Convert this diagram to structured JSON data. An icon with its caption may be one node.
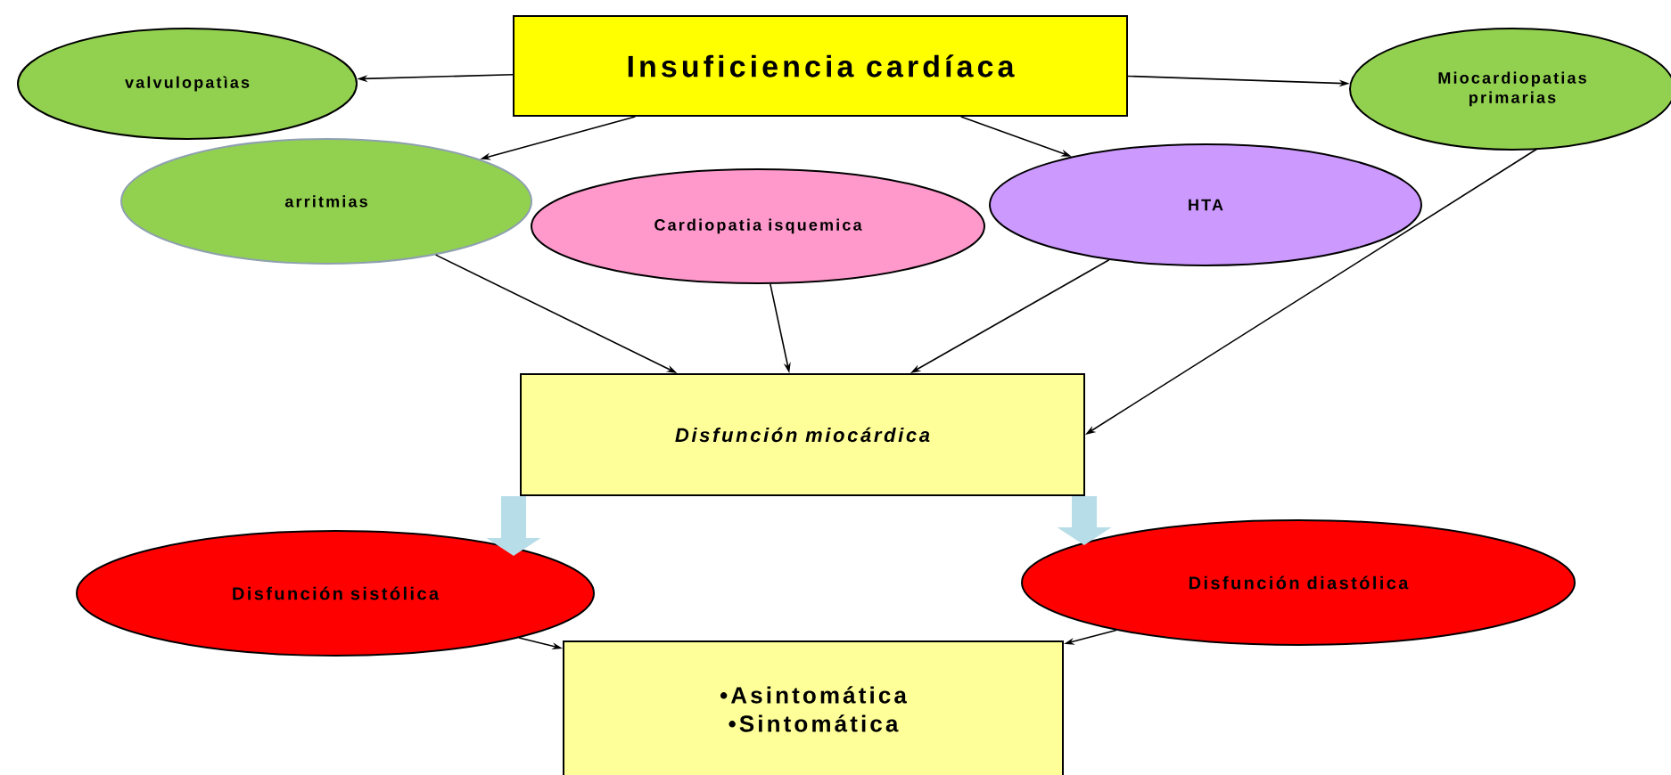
{
  "diagram": {
    "nodes": [
      {
        "text": [
          "Insuficiencia cardíaca"
        ]
      },
      {
        "text": [
          "valvulopatìas"
        ]
      },
      {
        "text": [
          "Miocardiopatias primarias"
        ]
      },
      {
        "text": [
          "arritmias"
        ]
      },
      {
        "text": [
          "Cardiopatia isquemica"
        ]
      },
      {
        "text": [
          "HTA"
        ]
      },
      {
        "text": [
          "Disfunción miocárdica"
        ]
      },
      {
        "text": [
          "Disfunción sistólica"
        ]
      },
      {
        "text": [
          "Disfunción diastólica"
        ]
      },
      {
        "text": [
          "•Asintomática",
          "•Sintomática"
        ]
      }
    ],
    "edges": [
      {
        "from": 0,
        "to": 1,
        "arrow": "to"
      },
      {
        "from": 0,
        "to": 3,
        "arrow": "to"
      },
      {
        "from": 0,
        "to": 2,
        "arrow": "to"
      },
      {
        "from": 0,
        "to": 5,
        "arrow": "to"
      },
      {
        "from": 3,
        "to": 6,
        "arrow": "to"
      },
      {
        "from": 4,
        "to": 6,
        "arrow": "to"
      },
      {
        "from": 5,
        "to": 6,
        "arrow": "to"
      },
      {
        "from": 2,
        "to": 6,
        "arrow": "to"
      },
      {
        "from": 6,
        "to": 7,
        "arrow": "to",
        "style": "thick",
        "color": "#b7dde8"
      },
      {
        "from": 6,
        "to": 8,
        "arrow": "to",
        "style": "thick",
        "color": "#b7dde8"
      },
      {
        "from": 7,
        "to": 9,
        "arrow": "to"
      },
      {
        "from": 8,
        "to": 9,
        "arrow": "to"
      }
    ]
  }
}
